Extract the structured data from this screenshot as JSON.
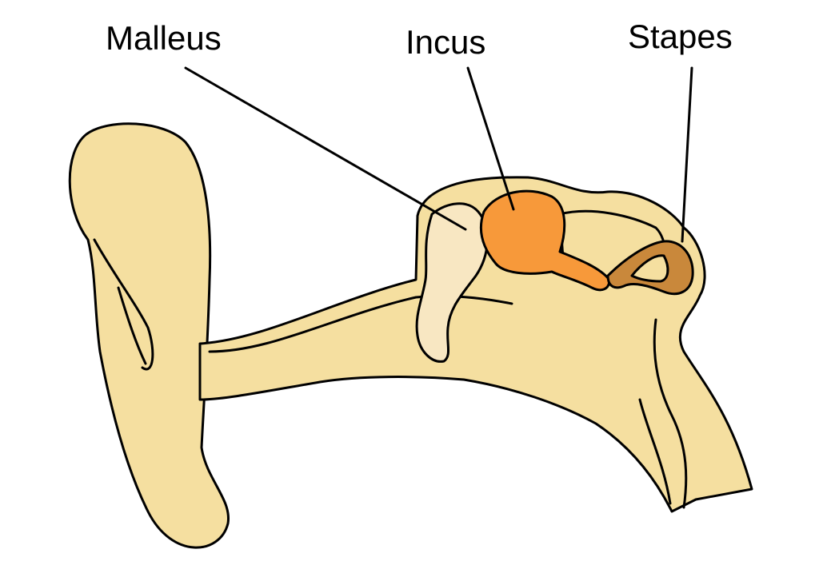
{
  "labels": {
    "malleus": "Malleus",
    "incus": "Incus",
    "stapes": "Stapes"
  },
  "colors": {
    "background": "#ffffff",
    "outline": "#000000",
    "ear_tissue": "#f5dfa0",
    "malleus": "#f8e7c2",
    "incus": "#f7993a",
    "incus_body": "#f1923a",
    "stapes": "#c9883b"
  }
}
